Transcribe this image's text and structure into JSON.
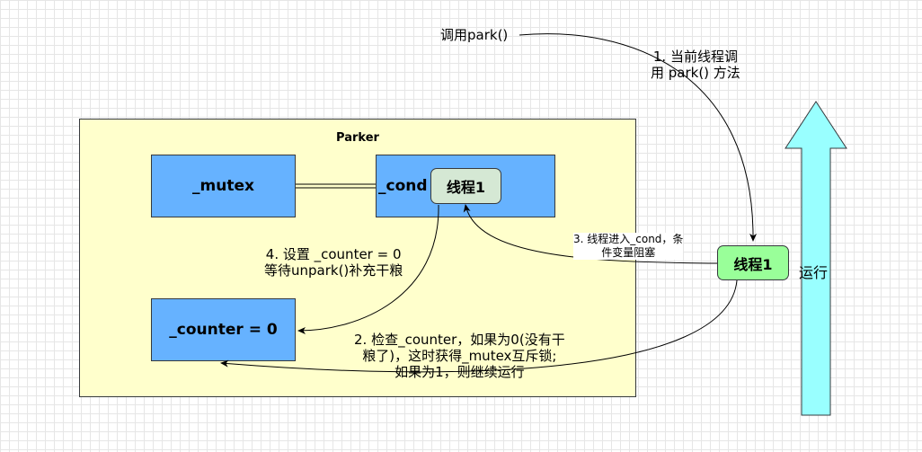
{
  "parker": {
    "title": "Parker"
  },
  "nodes": {
    "mutex": "_mutex",
    "cond": "_cond",
    "counter": "_counter = 0",
    "thread_in_cond": "线程1",
    "thread_running": "线程1"
  },
  "labels": {
    "call_park": "调用park()",
    "step1": [
      "1. 当前线程调",
      "用 park() 方法"
    ],
    "step2": [
      "2. 检查_counter，如果为0(没有干",
      "粮了)，这时获得_mutex互斥锁;",
      "如果为1，则继续运行"
    ],
    "step3": [
      "3. 线程进入_cond，条",
      "件变量阻塞"
    ],
    "step4": [
      "4. 设置 _counter = 0",
      "等待unpark()补充干粮"
    ],
    "running": "运行"
  },
  "colors": {
    "parker_bg": "#ffffcc",
    "box_blue": "#66b2ff",
    "thread_green_light": "#d5e8d4",
    "thread_green": "#99ff99",
    "arrow_cyan": "#99ffff"
  }
}
